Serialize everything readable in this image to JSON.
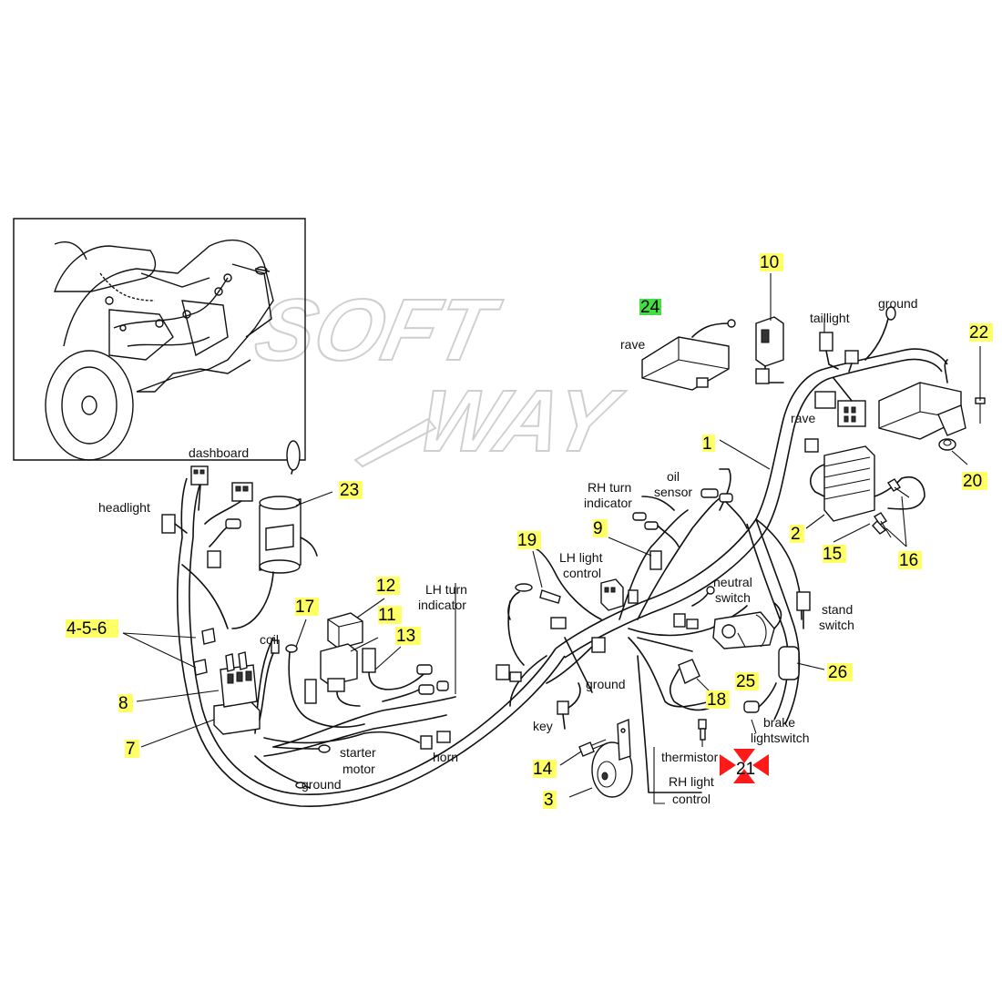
{
  "watermark": {
    "line1": "SOFT",
    "line2": "WAY"
  },
  "colors": {
    "highlight_yellow": "#ffff66",
    "highlight_green": "#44dd44",
    "marker_red": "#ff1a1a",
    "ink": "#111111"
  },
  "labels": {
    "dashboard": "dashboard",
    "headlight": "headlight",
    "coil": "coil",
    "lh_turn_1": "LH turn",
    "lh_turn_2": "indicator",
    "rh_turn_1": "RH turn",
    "rh_turn_2": "indicator",
    "oil_1": "oil",
    "oil_2": "sensor",
    "lh_light_1": "LH light",
    "lh_light_2": "control",
    "neutral_1": "neutral",
    "neutral_2": "switch",
    "stand_1": "stand",
    "stand_2": "switch",
    "ground_mid": "ground",
    "key": "key",
    "horn": "horn",
    "starter_1": "starter",
    "starter_2": "motor",
    "ground_bottom": "ground",
    "thermistor": "thermistor",
    "rh_light_1": "RH light",
    "rh_light_2": "control",
    "brake_1": "brake",
    "brake_2": "lightswitch",
    "rave_top": "rave",
    "taillight": "taillight",
    "ground_top": "ground",
    "rave_right": "rave"
  },
  "numbers": {
    "n1": "1",
    "n2": "2",
    "n3": "3",
    "n456": "4-5-6",
    "n7": "7",
    "n8": "8",
    "n9": "9",
    "n10": "10",
    "n11": "11",
    "n12": "12",
    "n13": "13",
    "n14": "14",
    "n15": "15",
    "n16": "16",
    "n17": "17",
    "n18": "18",
    "n19": "19",
    "n20": "20",
    "n21": "21",
    "n22": "22",
    "n23": "23",
    "n24": "24",
    "n25": "25",
    "n26": "26"
  }
}
